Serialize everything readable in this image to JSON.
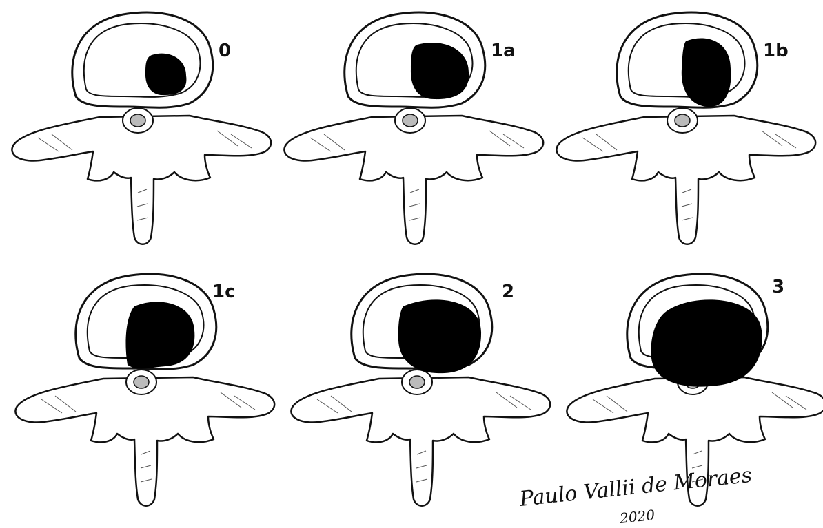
{
  "panels": [
    {
      "label": "0",
      "lesion_scale": 0.55
    },
    {
      "label": "1a",
      "lesion_scale": 0.85
    },
    {
      "label": "1b",
      "lesion_scale": 0.95
    },
    {
      "label": "1c",
      "lesion_scale": 0.95
    },
    {
      "label": "2",
      "lesion_scale": 1.15
    },
    {
      "label": "3",
      "lesion_scale": 1.6
    }
  ],
  "signature": {
    "name": "Paulo Vallii de Moraes",
    "year": "2020"
  },
  "colors": {
    "ink": "#111111",
    "lesion": "#000000",
    "bone": "#ffffff",
    "shading": "#555555"
  }
}
